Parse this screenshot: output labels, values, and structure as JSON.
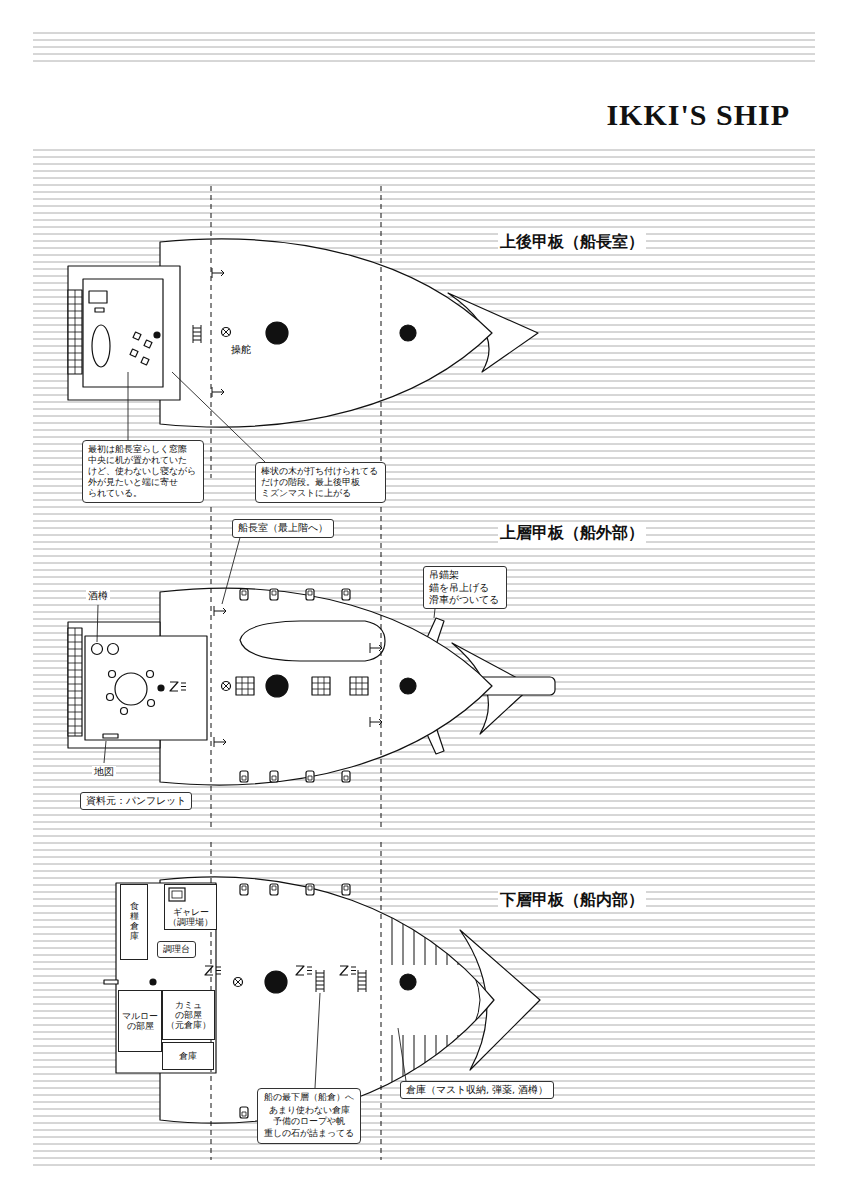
{
  "diagram": {
    "title": "IKKI'S SHIP",
    "nodes": [
      {
        "text": [
          "最初は船長室らしく窓際 中央に机が置かれていた けど、使わないし寝ながら 外が見たいと端に寄せ られている。"
        ]
      },
      {
        "text": [
          "棒状の木が打ち付けられてる だけの階段。最上後甲板 ミズンマストに上がる"
        ]
      },
      {
        "text": [
          "船長室（最上階へ）"
        ]
      },
      {
        "text": [
          "吊錨架",
          "錨を吊上げる 滑車がついてる"
        ]
      },
      {
        "text": [
          "資料元：パンフレット"
        ]
      },
      {
        "text": [
          "食糧倉庫"
        ]
      },
      {
        "text": [
          "ギャレー （調理場）"
        ]
      },
      {
        "text": [
          "調理台"
        ]
      },
      {
        "text": [
          "マルロー の部屋"
        ]
      },
      {
        "text": [
          "カミュ の部屋 （元倉庫）"
        ]
      },
      {
        "text": [
          "倉庫"
        ]
      },
      {
        "text": [
          "倉庫（マスト収納, 弾薬, 酒樽）"
        ]
      },
      {
        "text": [
          "船の最下層（船倉）へ",
          "あまり使わない倉庫 予備のロープや帆 重しの石が詰まってる"
        ]
      }
    ],
    "labels": [
      "上後甲板（船長室）",
      "操舵",
      "上層甲板（船外部）",
      "酒樽",
      "地図",
      "下層甲板（船内部）"
    ]
  }
}
